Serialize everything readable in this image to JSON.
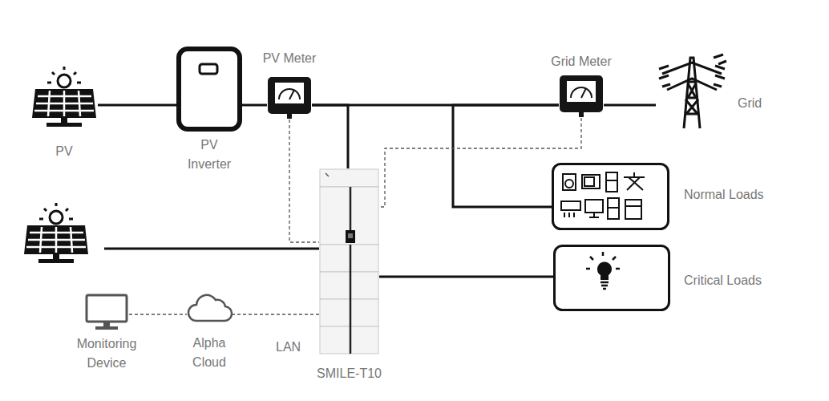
{
  "diagram": {
    "nodes": [
      {
        "text": [
          "PV"
        ]
      },
      {
        "text": [
          "PV Inverter"
        ]
      },
      {
        "text": [
          "PV Meter"
        ]
      },
      {
        "text": [
          "Grid Meter"
        ]
      },
      {
        "text": [
          "Grid"
        ]
      },
      {
        "text": [
          "Normal Loads"
        ]
      },
      {
        "text": [
          "Critical Loads"
        ]
      },
      {
        "text": [
          "SMILE-T10"
        ]
      },
      {
        "text": [
          "Monitoring Device"
        ]
      },
      {
        "text": [
          "Alpha Cloud"
        ]
      }
    ],
    "edges": [
      {
        "from": 0,
        "to": 1,
        "arrow": "none"
      },
      {
        "from": 1,
        "to": 2,
        "arrow": "none"
      },
      {
        "from": 2,
        "to": 3,
        "arrow": "none"
      },
      {
        "from": 7,
        "to": 2,
        "arrow": "none"
      },
      {
        "from": 5,
        "to": 3,
        "arrow": "none"
      },
      {
        "from": 3,
        "to": 4,
        "arrow": "none"
      },
      {
        "from": 7,
        "to": 6,
        "arrow": "none"
      },
      {
        "from": 2,
        "to": 7,
        "arrow": "none"
      },
      {
        "from": 3,
        "to": 7,
        "arrow": "none"
      },
      {
        "from": 8,
        "to": 9,
        "arrow": "none"
      },
      {
        "from": 9,
        "to": 7,
        "arrow": "none"
      }
    ],
    "labels": [
      "LAN"
    ]
  }
}
